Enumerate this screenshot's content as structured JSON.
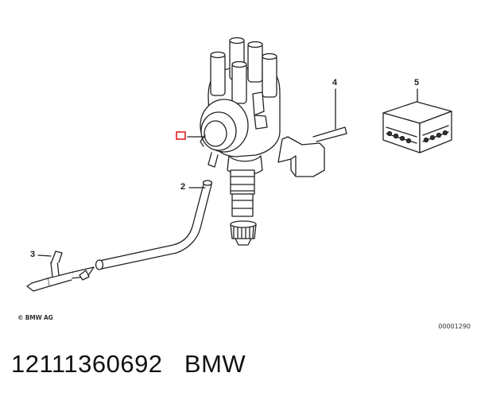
{
  "callouts": {
    "c2": "2",
    "c3": "3",
    "c4": "4",
    "c5": "5"
  },
  "copyright": "© BMW AG",
  "drawing_number": "00001290",
  "caption": {
    "part_number": "12111360692",
    "brand": "BMW"
  },
  "highlight_color": "#e02020"
}
